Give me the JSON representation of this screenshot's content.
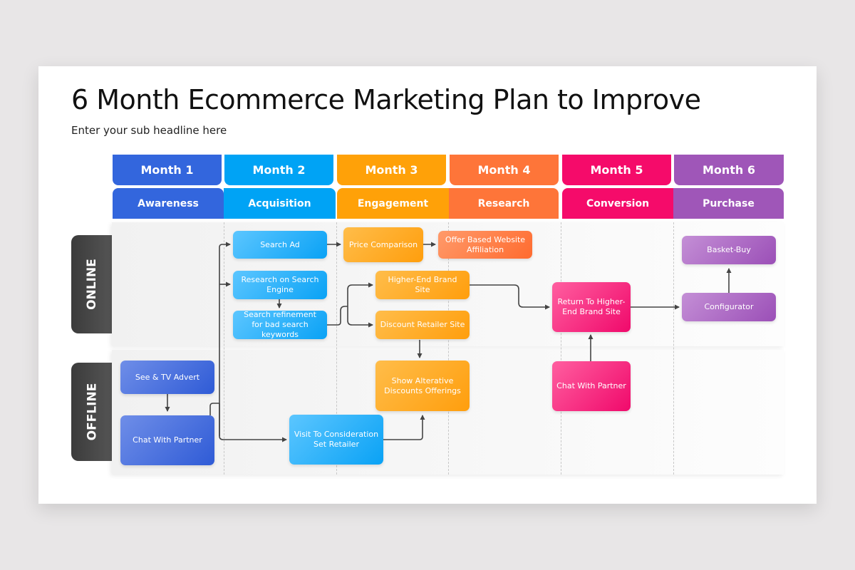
{
  "slide": {
    "title": "6 Month Ecommerce Marketing Plan to Improve",
    "subtitle": "Enter your sub headline here"
  },
  "columns": [
    {
      "month": "Month 1",
      "phase": "Awareness",
      "color": "#3366dd"
    },
    {
      "month": "Month 2",
      "phase": "Acquisition",
      "color": "#00a3f5"
    },
    {
      "month": "Month 3",
      "phase": "Engagement",
      "color": "#ffa108"
    },
    {
      "month": "Month 4",
      "phase": "Research",
      "color": "#fe7539"
    },
    {
      "month": "Month 5",
      "phase": "Conversion",
      "color": "#f50b6a"
    },
    {
      "month": "Month 6",
      "phase": "Purchase",
      "color": "#9f56b8"
    }
  ],
  "lanes": {
    "online": "ONLINE",
    "offline": "OFFLINE"
  },
  "nodes": {
    "search_ad": "Search Ad",
    "research_search_engine": "Research on Search Engine",
    "search_refinement": "Search refinement for bad search keywords",
    "price_comparison": "Price Comparison",
    "offer_based_affiliation": "Offer Based Website Affiliation",
    "higher_end_brand_site": "Higher-End Brand Site",
    "discount_retailer_site": "Discount Retailer Site",
    "return_higher_end": "Return To Higher-End Brand Site",
    "basket_buy": "Basket-Buy",
    "configurator": "Configurator",
    "see_tv_advert": "See & TV Advert",
    "chat_partner_1": "Chat With Partner",
    "visit_consideration": "Visit To Consideration Set Retailer",
    "show_alternative": "Show Alterative Discounts Offerings",
    "chat_partner_5": "Chat With Partner"
  },
  "connectors": [
    {
      "from": "see_tv_advert",
      "to": "chat_partner_1"
    },
    {
      "from": "chat_partner_1",
      "to": "search_ad"
    },
    {
      "from": "chat_partner_1",
      "to": "research_search_engine"
    },
    {
      "from": "chat_partner_1",
      "to": "visit_consideration"
    },
    {
      "from": "research_search_engine",
      "to": "search_refinement"
    },
    {
      "from": "search_ad",
      "to": "price_comparison"
    },
    {
      "from": "price_comparison",
      "to": "offer_based_affiliation"
    },
    {
      "from": "search_refinement",
      "to": "higher_end_brand_site"
    },
    {
      "from": "search_refinement",
      "to": "discount_retailer_site"
    },
    {
      "from": "discount_retailer_site",
      "to": "show_alternative"
    },
    {
      "from": "visit_consideration",
      "to": "show_alternative"
    },
    {
      "from": "higher_end_brand_site",
      "to": "return_higher_end"
    },
    {
      "from": "chat_partner_5",
      "to": "return_higher_end"
    },
    {
      "from": "return_higher_end",
      "to": "configurator"
    },
    {
      "from": "configurator",
      "to": "basket_buy"
    }
  ]
}
